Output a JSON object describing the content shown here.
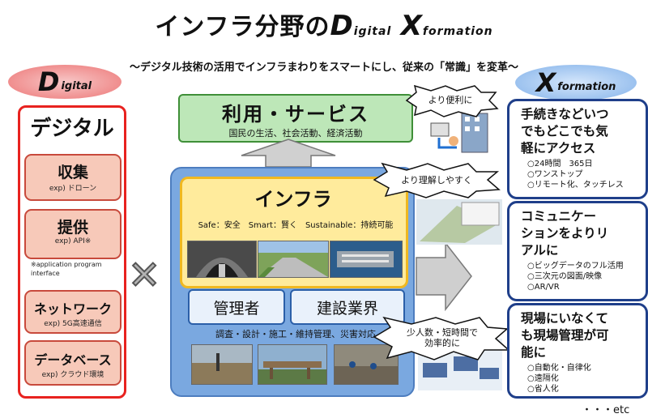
{
  "header": {
    "title_prefix": "インフラ分野の",
    "title_d_cap": "D",
    "title_d_rest": "igital",
    "title_x_cap": "X",
    "title_x_rest": "formation",
    "subtitle": "～デジタル技術の活用でインフラまわりをスマートにし、従来の「常識」を変革～"
  },
  "digital_oval": {
    "cap": "D",
    "rest": "igital"
  },
  "x_oval": {
    "cap": "X",
    "rest": "formation"
  },
  "digital_panel": {
    "title": "デジタル",
    "items": [
      {
        "label": "収集",
        "example": "exp) ドローン"
      },
      {
        "label": "提供",
        "example": "exp) API※"
      },
      {
        "label": "ネットワーク",
        "example": "exp) 5G高速通信"
      },
      {
        "label": "データベース",
        "example": "exp) クラウド環境"
      }
    ],
    "note": "※application program interface"
  },
  "cross_mark": "✕",
  "service": {
    "title": "利用・サービス",
    "subtitle": "国民の生活、社会活動、経済活動"
  },
  "infra": {
    "title": "インフラ",
    "subtitle": "Safe：安全　Smart：賢く　Sustainable：持続可能"
  },
  "roles": {
    "manager": "管理者",
    "industry": "建設業界"
  },
  "role_desc": "調査・設計・施工・維持管理、災害対応",
  "callouts": {
    "c1": "より便利に",
    "c2": "より理解しやすく",
    "c3_line1": "少人数・短時間で",
    "c3_line2": "効率的に"
  },
  "x_panels": [
    {
      "heading": [
        "手続きなどいつ",
        "でもどこでも気",
        "軽にアクセス"
      ],
      "bullets": [
        "○24時間　365日",
        "○ワンストップ",
        "○リモート化、タッチレス"
      ]
    },
    {
      "heading": [
        "コミュニケー",
        "ションをよりリ",
        "アルに"
      ],
      "bullets": [
        "○ビッグデータのフル活用",
        "○三次元の図面/映像",
        "○AR/VR"
      ]
    },
    {
      "heading": [
        "現場にいなくて",
        "も現場管理が可",
        "能に"
      ],
      "bullets": [
        "○自動化・自律化",
        "○遠隔化",
        "○省人化"
      ]
    }
  ],
  "etc": "・・・etc",
  "colors": {
    "digital_red": "#e8221f",
    "service_green": "#bde7b8",
    "infra_yellow": "#ffeb9c",
    "infra_blue": "#7aa8e0",
    "panel_navy": "#1f3f8a"
  }
}
